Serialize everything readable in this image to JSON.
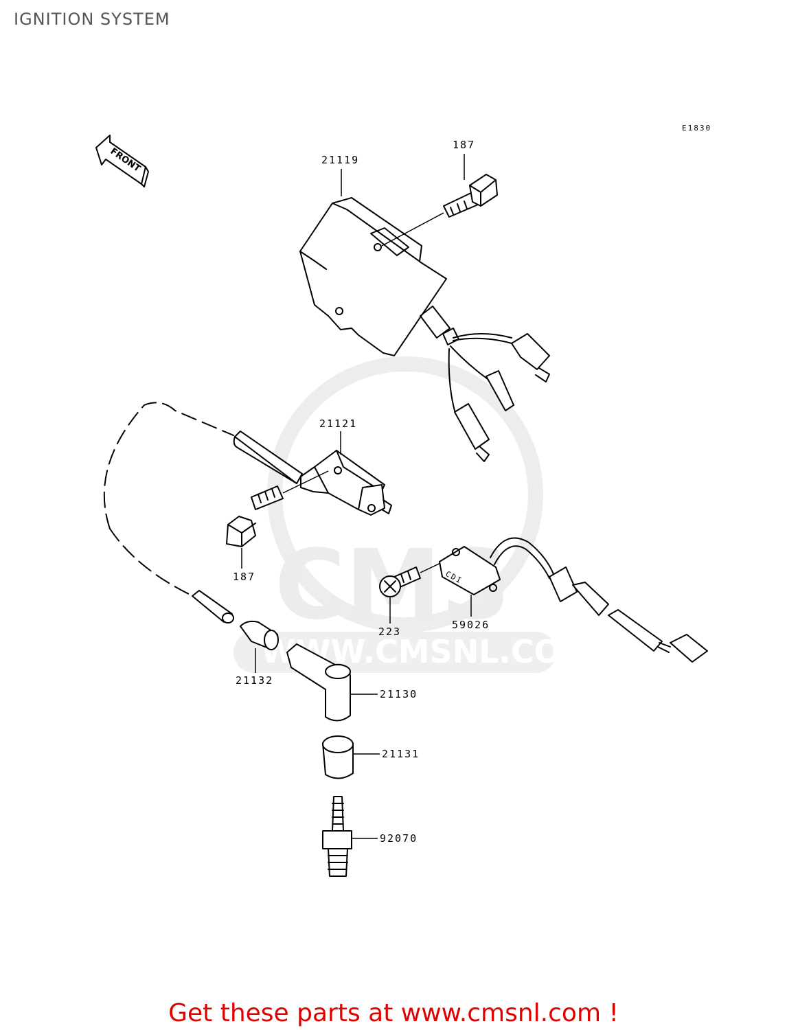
{
  "title": "IGNITION SYSTEM",
  "ref_code": "E1830",
  "front_label": "FRONT",
  "watermark": {
    "logo": "CMS",
    "url": "WWW.CMSNL.COM"
  },
  "parts": [
    {
      "id": "21119"
    },
    {
      "id": "187"
    },
    {
      "id": "21121"
    },
    {
      "id": "187"
    },
    {
      "id": "21132"
    },
    {
      "id": "21130"
    },
    {
      "id": "21131"
    },
    {
      "id": "92070"
    },
    {
      "id": "223"
    },
    {
      "id": "59026"
    }
  ],
  "cdi_text": "CDI",
  "footer": "Get these parts at www.cmsnl.com !"
}
